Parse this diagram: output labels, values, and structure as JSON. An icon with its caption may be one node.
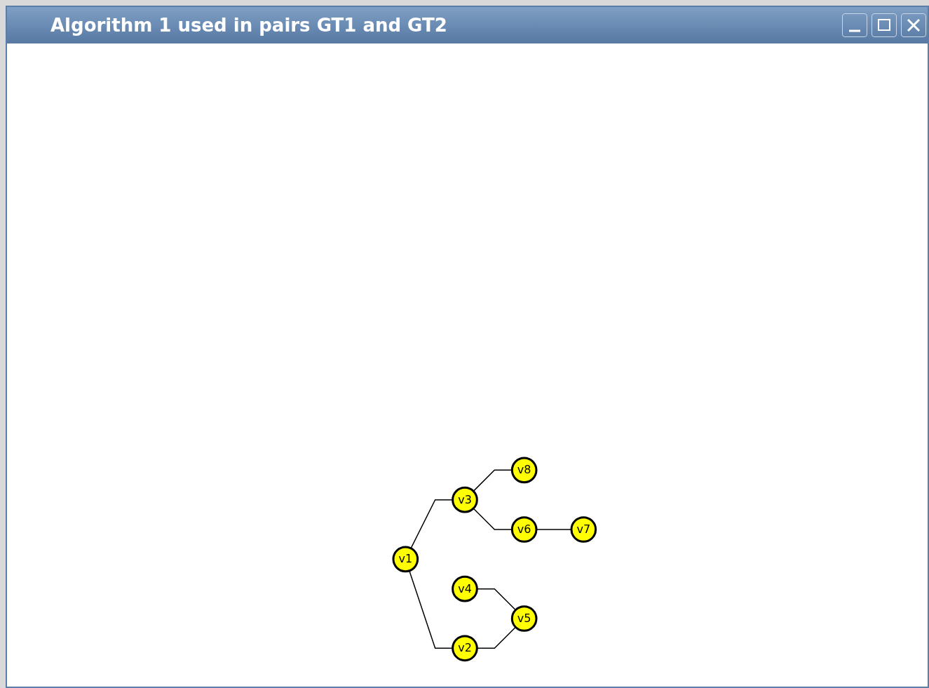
{
  "diagram": {
    "title": "Algorithm 1 used in pairs GT1 and GT2",
    "nodes": [
      {
        "text": [
          "v8"
        ]
      },
      {
        "text": [
          "v4"
        ]
      },
      {
        "text": [
          "v3"
        ]
      },
      {
        "text": [
          "v6"
        ]
      },
      {
        "text": [
          "v1"
        ]
      },
      {
        "text": [
          "v2"
        ]
      },
      {
        "text": [
          "v5"
        ]
      },
      {
        "text": [
          "v7"
        ]
      }
    ],
    "edges": [
      {
        "from": 1,
        "to": 6,
        "arrow": "none"
      },
      {
        "from": 4,
        "to": 2,
        "arrow": "none"
      },
      {
        "from": 4,
        "to": 5,
        "arrow": "none"
      },
      {
        "from": 5,
        "to": 6,
        "arrow": "none"
      },
      {
        "from": 2,
        "to": 3,
        "arrow": "none"
      },
      {
        "from": 2,
        "to": 0,
        "arrow": "none"
      },
      {
        "from": 3,
        "to": 7,
        "arrow": "none"
      }
    ]
  }
}
